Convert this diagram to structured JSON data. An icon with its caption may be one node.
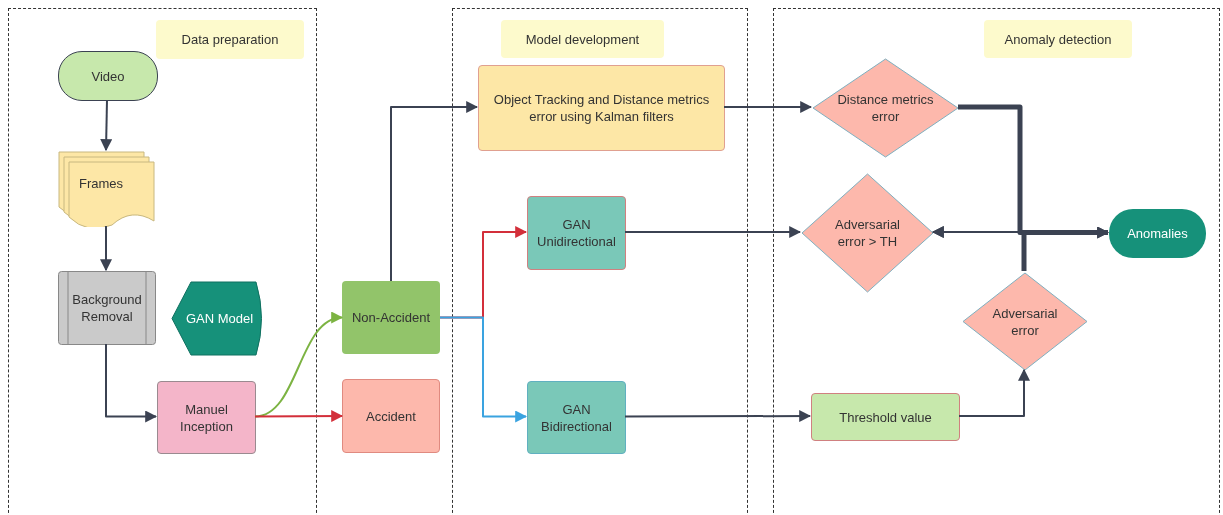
{
  "diagram": {
    "nodes": [
      {
        "text": [
          "Data preparation"
        ]
      },
      {
        "text": [
          "Video"
        ],
        "in": 0
      },
      {
        "text": [
          "Frames"
        ],
        "in": 0
      },
      {
        "text": [
          "Background Removal"
        ],
        "in": 0
      },
      {
        "text": [
          "GAN Model"
        ],
        "in": 0
      },
      {
        "text": [
          "Manuel Inception"
        ],
        "in": 0
      },
      {
        "text": [
          "Non-Accident"
        ]
      },
      {
        "text": [
          "Accident"
        ]
      },
      {
        "text": [
          "Model development"
        ]
      },
      {
        "text": [
          "Object Tracking and Distance metrics error using Kalman filters"
        ],
        "in": 8
      },
      {
        "text": [
          "GAN Unidirectional"
        ],
        "in": 8
      },
      {
        "text": [
          "GAN Bidirectional"
        ],
        "in": 8
      },
      {
        "text": [
          "Anomaly detection"
        ]
      },
      {
        "text": [
          "Distance metrics error"
        ],
        "in": 12
      },
      {
        "text": [
          "Adversarial error > TH"
        ],
        "in": 12
      },
      {
        "text": [
          "Anomalies"
        ],
        "in": 12
      },
      {
        "text": [
          "Adversarial error"
        ],
        "in": 12
      },
      {
        "text": [
          "Threshold value"
        ],
        "in": 12
      }
    ],
    "edges": [
      {
        "from": 1,
        "to": 2,
        "arrow": "to"
      },
      {
        "from": 2,
        "to": 3,
        "arrow": "to"
      },
      {
        "from": 3,
        "to": 5,
        "arrow": "to"
      },
      {
        "from": 5,
        "to": 6,
        "arrow": "to",
        "color": "#7cb342"
      },
      {
        "from": 5,
        "to": 7,
        "arrow": "to",
        "color": "#d32f3a"
      },
      {
        "from": 6,
        "to": 9,
        "arrow": "to"
      },
      {
        "from": 6,
        "to": 10,
        "arrow": "to",
        "color": "#d32f3a"
      },
      {
        "from": 6,
        "to": 11,
        "arrow": "to",
        "color": "#3aa3e0"
      },
      {
        "from": 9,
        "to": 13,
        "arrow": "to"
      },
      {
        "from": 10,
        "to": 14,
        "arrow": "to"
      },
      {
        "from": 11,
        "to": 17,
        "arrow": "to"
      },
      {
        "from": 17,
        "to": 16,
        "arrow": "to"
      },
      {
        "from": 13,
        "to": 14,
        "arrow": "to"
      },
      {
        "from": 13,
        "to": 15,
        "arrow": "to",
        "style": "thick"
      },
      {
        "from": 16,
        "to": 14,
        "arrow": "to"
      },
      {
        "from": 16,
        "to": 15,
        "arrow": "to",
        "style": "thick"
      }
    ]
  }
}
